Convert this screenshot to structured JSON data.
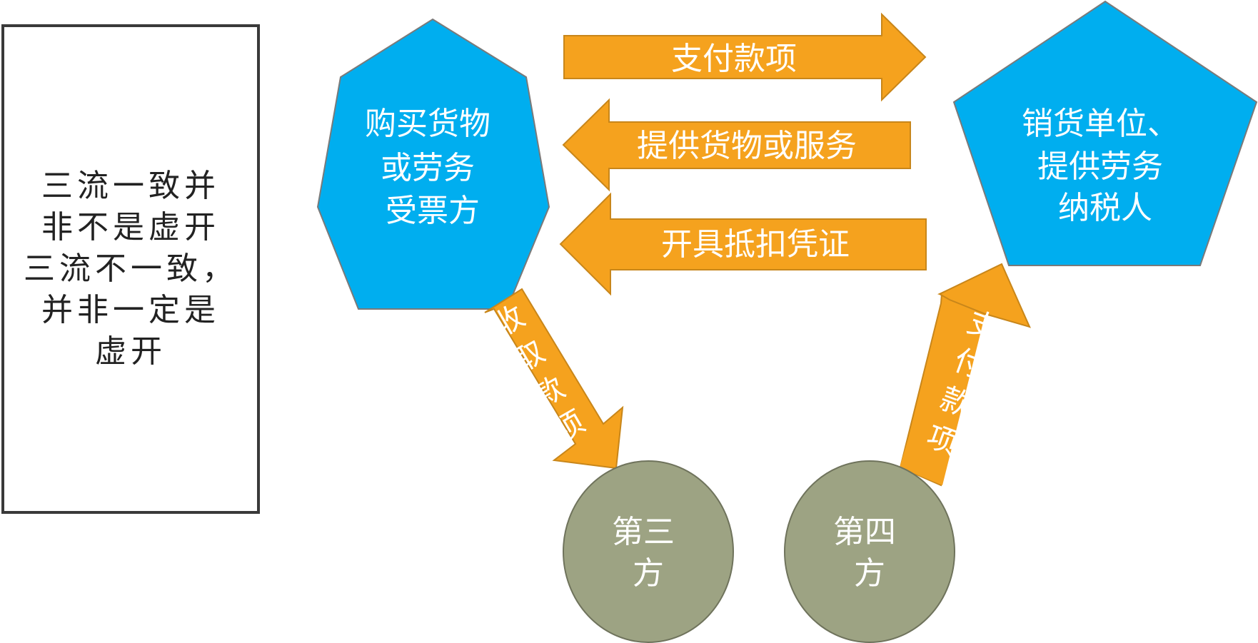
{
  "note": {
    "lines": [
      "三流一致并",
      "非不是虚开",
      "三流不一致，",
      "并非一定是",
      "虚开"
    ]
  },
  "nodes": {
    "buyer": {
      "lines": [
        "购买货物",
        "或劳务",
        "受票方"
      ]
    },
    "seller": {
      "lines": [
        "销货单位、",
        "提供劳务",
        "纳税人"
      ]
    },
    "third_party": {
      "lines": [
        "第三",
        "方"
      ]
    },
    "fourth_party": {
      "lines": [
        "第四",
        "方"
      ]
    }
  },
  "arrows": {
    "pay_to_seller": {
      "label": "支付款项",
      "direction": "right"
    },
    "provide_goods": {
      "label": "提供货物或服务",
      "direction": "left"
    },
    "issue_voucher": {
      "label": "开具抵扣凭证",
      "direction": "left"
    },
    "collect_payment": {
      "label": [
        "收",
        "取",
        "款",
        "项"
      ],
      "direction": "down-right"
    },
    "fourth_pays": {
      "label": [
        "支",
        "付",
        "款",
        "项"
      ],
      "direction": "up-right"
    }
  },
  "colors": {
    "node_blue": "#00AEEF",
    "arrow_orange": "#F5A21E",
    "circle_olive": "#9DA383",
    "border": "#3a3a3a"
  }
}
